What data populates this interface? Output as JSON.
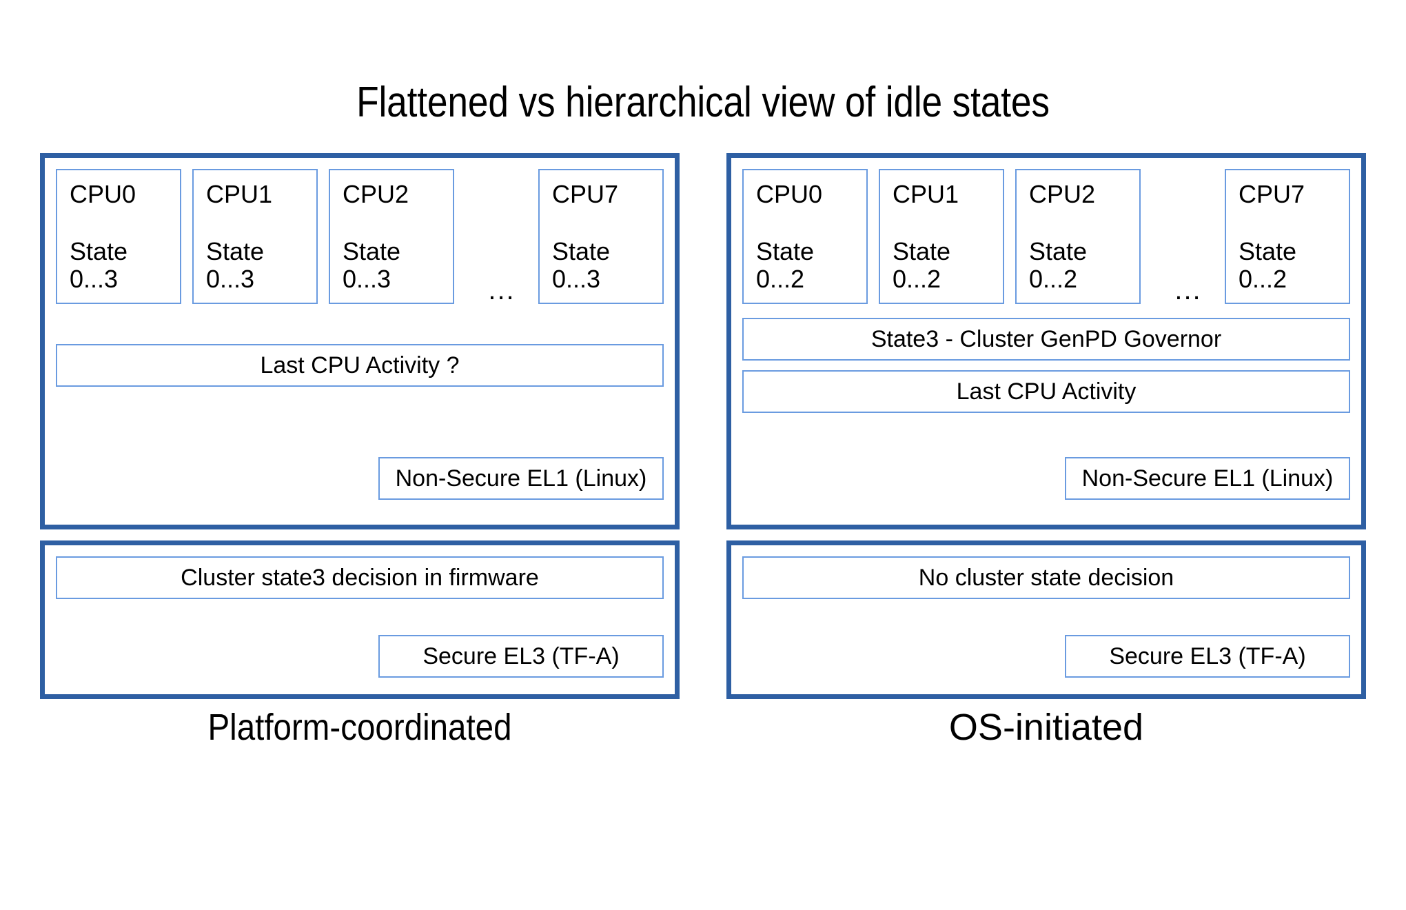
{
  "title": "Flattened vs hierarchical view of idle states",
  "colors": {
    "panel_border": "#2E5FA3",
    "inner_border": "#6A9BE0",
    "background": "#FFFFFF",
    "text": "#000000"
  },
  "panels": [
    {
      "caption": "Platform-coordinated",
      "os_panel": {
        "cpus": [
          {
            "name": "CPU0",
            "state_label": "State",
            "state_range": "0...3"
          },
          {
            "name": "CPU1",
            "state_label": "State",
            "state_range": "0...3"
          },
          {
            "name": "CPU2",
            "state_label": "State",
            "state_range": "0...3"
          },
          {
            "name": "CPU7",
            "state_label": "State",
            "state_range": "0...3"
          }
        ],
        "ellipsis": "...",
        "bars": [
          "Last CPU Activity ?"
        ],
        "exception_level": "Non-Secure EL1 (Linux)"
      },
      "fw_panel": {
        "bars": [
          "Cluster state3 decision in firmware"
        ],
        "exception_level": "Secure EL3 (TF-A)"
      }
    },
    {
      "caption": "OS-initiated",
      "os_panel": {
        "cpus": [
          {
            "name": "CPU0",
            "state_label": "State",
            "state_range": "0...2"
          },
          {
            "name": "CPU1",
            "state_label": "State",
            "state_range": "0...2"
          },
          {
            "name": "CPU2",
            "state_label": "State",
            "state_range": "0...2"
          },
          {
            "name": "CPU7",
            "state_label": "State",
            "state_range": "0...2"
          }
        ],
        "ellipsis": "...",
        "bars": [
          "State3 - Cluster GenPD Governor",
          "Last CPU Activity"
        ],
        "exception_level": "Non-Secure EL1 (Linux)"
      },
      "fw_panel": {
        "bars": [
          "No cluster state decision"
        ],
        "exception_level": "Secure EL3 (TF-A)"
      }
    }
  ]
}
